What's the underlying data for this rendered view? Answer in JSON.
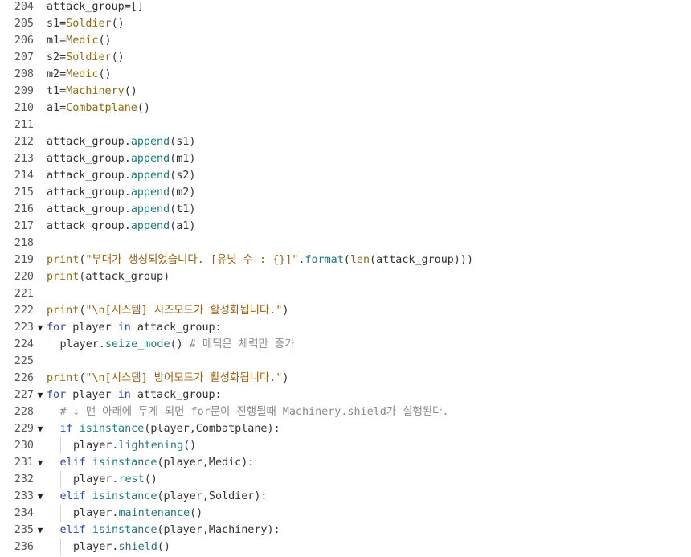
{
  "editor": {
    "fold_marker": "▼",
    "lines": [
      {
        "num": "204",
        "indent": 0,
        "fold": false,
        "tokens": [
          {
            "t": "p",
            "v": "attack_group=[]"
          }
        ]
      },
      {
        "num": "205",
        "indent": 0,
        "fold": false,
        "tokens": [
          {
            "t": "p",
            "v": "s1="
          },
          {
            "t": "cls",
            "v": "Soldier"
          },
          {
            "t": "p",
            "v": "()"
          }
        ]
      },
      {
        "num": "206",
        "indent": 0,
        "fold": false,
        "tokens": [
          {
            "t": "p",
            "v": "m1="
          },
          {
            "t": "cls",
            "v": "Medic"
          },
          {
            "t": "p",
            "v": "()"
          }
        ]
      },
      {
        "num": "207",
        "indent": 0,
        "fold": false,
        "tokens": [
          {
            "t": "p",
            "v": "s2="
          },
          {
            "t": "cls",
            "v": "Soldier"
          },
          {
            "t": "p",
            "v": "()"
          }
        ]
      },
      {
        "num": "208",
        "indent": 0,
        "fold": false,
        "tokens": [
          {
            "t": "p",
            "v": "m2="
          },
          {
            "t": "cls",
            "v": "Medic"
          },
          {
            "t": "p",
            "v": "()"
          }
        ]
      },
      {
        "num": "209",
        "indent": 0,
        "fold": false,
        "tokens": [
          {
            "t": "p",
            "v": "t1="
          },
          {
            "t": "cls",
            "v": "Machinery"
          },
          {
            "t": "p",
            "v": "()"
          }
        ]
      },
      {
        "num": "210",
        "indent": 0,
        "fold": false,
        "tokens": [
          {
            "t": "p",
            "v": "a1="
          },
          {
            "t": "cls",
            "v": "Combatplane"
          },
          {
            "t": "p",
            "v": "()"
          }
        ]
      },
      {
        "num": "211",
        "indent": 0,
        "fold": false,
        "tokens": []
      },
      {
        "num": "212",
        "indent": 0,
        "fold": false,
        "tokens": [
          {
            "t": "p",
            "v": "attack_group."
          },
          {
            "t": "fn",
            "v": "append"
          },
          {
            "t": "p",
            "v": "(s1)"
          }
        ]
      },
      {
        "num": "213",
        "indent": 0,
        "fold": false,
        "tokens": [
          {
            "t": "p",
            "v": "attack_group."
          },
          {
            "t": "fn",
            "v": "append"
          },
          {
            "t": "p",
            "v": "(m1)"
          }
        ]
      },
      {
        "num": "214",
        "indent": 0,
        "fold": false,
        "tokens": [
          {
            "t": "p",
            "v": "attack_group."
          },
          {
            "t": "fn",
            "v": "append"
          },
          {
            "t": "p",
            "v": "(s2)"
          }
        ]
      },
      {
        "num": "215",
        "indent": 0,
        "fold": false,
        "tokens": [
          {
            "t": "p",
            "v": "attack_group."
          },
          {
            "t": "fn",
            "v": "append"
          },
          {
            "t": "p",
            "v": "(m2)"
          }
        ]
      },
      {
        "num": "216",
        "indent": 0,
        "fold": false,
        "tokens": [
          {
            "t": "p",
            "v": "attack_group."
          },
          {
            "t": "fn",
            "v": "append"
          },
          {
            "t": "p",
            "v": "(t1)"
          }
        ]
      },
      {
        "num": "217",
        "indent": 0,
        "fold": false,
        "tokens": [
          {
            "t": "p",
            "v": "attack_group."
          },
          {
            "t": "fn",
            "v": "append"
          },
          {
            "t": "p",
            "v": "(a1)"
          }
        ]
      },
      {
        "num": "218",
        "indent": 0,
        "fold": false,
        "tokens": []
      },
      {
        "num": "219",
        "indent": 0,
        "fold": false,
        "tokens": [
          {
            "t": "cls",
            "v": "print"
          },
          {
            "t": "p",
            "v": "("
          },
          {
            "t": "str",
            "v": "\"부대가 생성되었습니다. [유닛 수 : {}]\""
          },
          {
            "t": "p",
            "v": "."
          },
          {
            "t": "fn",
            "v": "format"
          },
          {
            "t": "p",
            "v": "("
          },
          {
            "t": "cls",
            "v": "len"
          },
          {
            "t": "p",
            "v": "(attack_group)))"
          }
        ]
      },
      {
        "num": "220",
        "indent": 0,
        "fold": false,
        "tokens": [
          {
            "t": "cls",
            "v": "print"
          },
          {
            "t": "p",
            "v": "(attack_group)"
          }
        ]
      },
      {
        "num": "221",
        "indent": 0,
        "fold": false,
        "tokens": []
      },
      {
        "num": "222",
        "indent": 0,
        "fold": false,
        "tokens": [
          {
            "t": "cls",
            "v": "print"
          },
          {
            "t": "p",
            "v": "("
          },
          {
            "t": "str",
            "v": "\"\\n[시스템] 시즈모드가 활성화됩니다.\""
          },
          {
            "t": "p",
            "v": ")"
          }
        ]
      },
      {
        "num": "223",
        "indent": 0,
        "fold": true,
        "tokens": [
          {
            "t": "kw",
            "v": "for"
          },
          {
            "t": "p",
            "v": " player "
          },
          {
            "t": "kw",
            "v": "in"
          },
          {
            "t": "p",
            "v": " attack_group:"
          }
        ]
      },
      {
        "num": "224",
        "indent": 1,
        "fold": false,
        "tokens": [
          {
            "t": "p",
            "v": "player."
          },
          {
            "t": "fn",
            "v": "seize_mode"
          },
          {
            "t": "p",
            "v": "() "
          },
          {
            "t": "cm",
            "v": "# 메딕은 체력만 증가"
          }
        ]
      },
      {
        "num": "225",
        "indent": 0,
        "fold": false,
        "tokens": []
      },
      {
        "num": "226",
        "indent": 0,
        "fold": false,
        "tokens": [
          {
            "t": "cls",
            "v": "print"
          },
          {
            "t": "p",
            "v": "("
          },
          {
            "t": "str",
            "v": "\"\\n[시스템] 방어모드가 활성화됩니다.\""
          },
          {
            "t": "p",
            "v": ")"
          }
        ]
      },
      {
        "num": "227",
        "indent": 0,
        "fold": true,
        "tokens": [
          {
            "t": "kw",
            "v": "for"
          },
          {
            "t": "p",
            "v": " player "
          },
          {
            "t": "kw",
            "v": "in"
          },
          {
            "t": "p",
            "v": " attack_group:"
          }
        ]
      },
      {
        "num": "228",
        "indent": 1,
        "fold": false,
        "tokens": [
          {
            "t": "cm",
            "v": "# ↓ 맨 아래에 두게 되면 for문이 진행될때 Machinery.shield가 실행된다."
          }
        ]
      },
      {
        "num": "229",
        "indent": 1,
        "fold": true,
        "tokens": [
          {
            "t": "kw",
            "v": "if"
          },
          {
            "t": "p",
            "v": " "
          },
          {
            "t": "fn",
            "v": "isinstance"
          },
          {
            "t": "p",
            "v": "(player,Combatplane):"
          }
        ]
      },
      {
        "num": "230",
        "indent": 2,
        "fold": false,
        "tokens": [
          {
            "t": "p",
            "v": "player."
          },
          {
            "t": "fn",
            "v": "lightening"
          },
          {
            "t": "p",
            "v": "()"
          }
        ]
      },
      {
        "num": "231",
        "indent": 1,
        "fold": true,
        "tokens": [
          {
            "t": "kw",
            "v": "elif"
          },
          {
            "t": "p",
            "v": " "
          },
          {
            "t": "fn",
            "v": "isinstance"
          },
          {
            "t": "p",
            "v": "(player,Medic):"
          }
        ]
      },
      {
        "num": "232",
        "indent": 2,
        "fold": false,
        "tokens": [
          {
            "t": "p",
            "v": "player."
          },
          {
            "t": "fn",
            "v": "rest"
          },
          {
            "t": "p",
            "v": "()"
          }
        ]
      },
      {
        "num": "233",
        "indent": 1,
        "fold": true,
        "tokens": [
          {
            "t": "kw",
            "v": "elif"
          },
          {
            "t": "p",
            "v": " "
          },
          {
            "t": "fn",
            "v": "isinstance"
          },
          {
            "t": "p",
            "v": "(player,Soldier):"
          }
        ]
      },
      {
        "num": "234",
        "indent": 2,
        "fold": false,
        "tokens": [
          {
            "t": "p",
            "v": "player."
          },
          {
            "t": "fn",
            "v": "maintenance"
          },
          {
            "t": "p",
            "v": "()"
          }
        ]
      },
      {
        "num": "235",
        "indent": 1,
        "fold": true,
        "tokens": [
          {
            "t": "kw",
            "v": "elif"
          },
          {
            "t": "p",
            "v": " "
          },
          {
            "t": "fn",
            "v": "isinstance"
          },
          {
            "t": "p",
            "v": "(player,Machinery):"
          }
        ]
      },
      {
        "num": "236",
        "indent": 2,
        "fold": false,
        "tokens": [
          {
            "t": "p",
            "v": "player."
          },
          {
            "t": "fn",
            "v": "shield"
          },
          {
            "t": "p",
            "v": "()"
          }
        ]
      }
    ]
  },
  "colors": {
    "background": "#ffffff",
    "line_number": "#555555",
    "function": "#1c7c7c",
    "class": "#8f6a1a",
    "string": "#9c5f12",
    "keyword": "#2c48b8",
    "comment": "#8a8a8a",
    "plain": "#333333"
  }
}
